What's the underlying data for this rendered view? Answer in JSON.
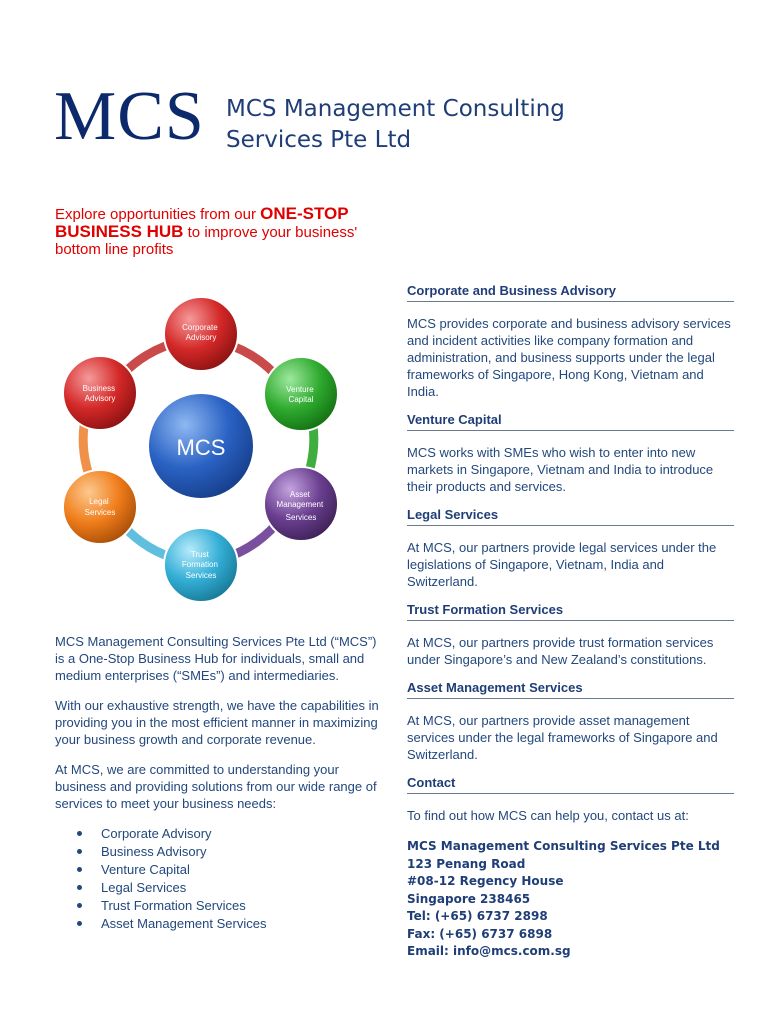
{
  "header": {
    "logo_text": "MCS",
    "company_line1": "MCS Management Consulting",
    "company_line2": "Services Pte Ltd"
  },
  "tagline": {
    "part1": "Explore opportunities from our ",
    "highlight": "ONE-STOP BUSINESS HUB",
    "part2": " to improve your business' bottom line profits"
  },
  "diagram": {
    "center": "MCS",
    "nodes": [
      {
        "line1": "Corporate",
        "line2": "Advisory",
        "line3": "",
        "color": "#d42828"
      },
      {
        "line1": "Venture",
        "line2": "Capital",
        "line3": "",
        "color": "#2eaa2e"
      },
      {
        "line1": "Asset",
        "line2": "Management",
        "line3": "Services",
        "color": "#6a3f8f"
      },
      {
        "line1": "Trust",
        "line2": "Formation",
        "line3": "Services",
        "color": "#33aed6"
      },
      {
        "line1": "Legal",
        "line2": "Services",
        "line3": "",
        "color": "#f07d1b"
      },
      {
        "line1": "Business",
        "line2": "Advisory",
        "line3": "",
        "color": "#c82525"
      }
    ],
    "center_color": "#2a62c4"
  },
  "intro": {
    "p1": "MCS Management Consulting Services Pte Ltd (“MCS”) is a One-Stop Business Hub for individuals, small and medium enterprises (“SMEs”) and intermediaries.",
    "p2": "With our exhaustive strength, we have the capabilities in providing you in the most efficient manner in maximizing your business growth and corporate revenue.",
    "p3": "At MCS, we are committed to understanding your business and providing solutions from our wide range of services to meet your business needs:",
    "bullets": [
      "Corporate Advisory",
      "Business Advisory",
      "Venture Capital",
      "Legal Services",
      "Trust Formation Services",
      "Asset Management Services"
    ]
  },
  "sections": [
    {
      "title": "Corporate and Business Advisory",
      "body": "MCS provides corporate and business advisory services and incident activities like company formation and administration, and business supports under the legal frameworks of Singapore, Hong Kong, Vietnam and India."
    },
    {
      "title": "Venture Capital",
      "body": "MCS works with SMEs who wish to enter into new markets in Singapore, Vietnam and India to introduce their products and services."
    },
    {
      "title": "Legal Services",
      "body": "At MCS, our partners provide legal services under the legislations of Singapore, Vietnam, India and Switzerland."
    },
    {
      "title": "Trust Formation Services",
      "body": "At MCS, our partners provide trust formation services under Singapore’s and New Zealand’s constitutions."
    },
    {
      "title": "Asset Management Services",
      "body": "At MCS, our partners provide asset management services under the legal frameworks of Singapore and Switzerland."
    },
    {
      "title": "Contact",
      "body": "To find out how MCS can help you, contact us at:"
    }
  ],
  "contact": {
    "name": "MCS Management Consulting Services Pte Ltd",
    "address1": "123 Penang Road",
    "address2": "#08-12 Regency House",
    "address3": "Singapore 238465",
    "tel": "Tel: (+65) 6737 2898",
    "fax": "Fax: (+65) 6737 6898",
    "email": "Email: info@mcs.com.sg"
  }
}
